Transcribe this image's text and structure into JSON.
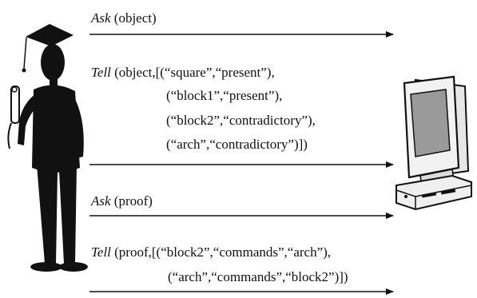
{
  "messages": [
    {
      "verb": "Ask",
      "rest": " (object)"
    },
    {
      "verb": "Tell",
      "rest": " (object,[(“square”,“present”),"
    },
    {
      "verb": "Ask",
      "rest": " (proof)"
    },
    {
      "verb": "Tell",
      "rest": " (proof,[(“block2”,“commands”,“arch”),"
    }
  ],
  "tell_object_lines": [
    "(“block1”,“present”),",
    "(“block2”,“contradictory”),",
    "(“arch”,“contradictory”)])"
  ],
  "tell_proof_lines": [
    "(“arch”,“commands”,“block2”)])"
  ],
  "actors": {
    "left": "graduate-student-figure",
    "right": "desktop-computer"
  },
  "colors": {
    "ink": "#111111",
    "screen": "#9a9a9a",
    "monitor_body": "#f2f2f2"
  }
}
